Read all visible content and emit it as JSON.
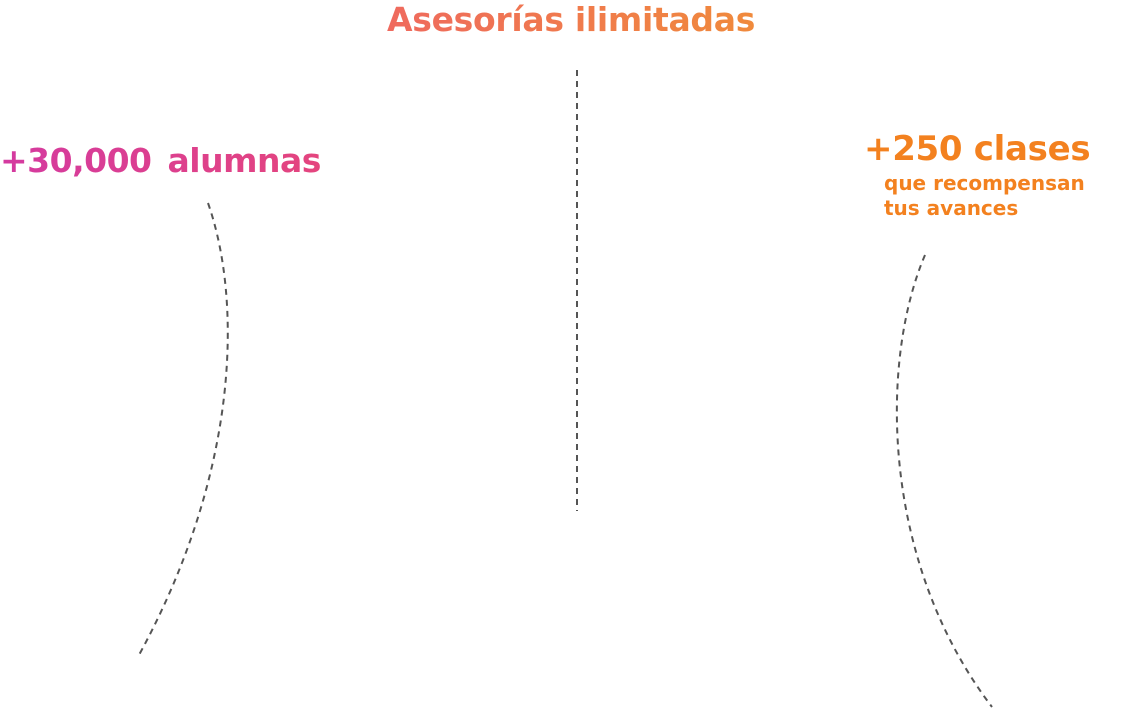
{
  "center": {
    "title": "Asesorías ilimitadas"
  },
  "left": {
    "number": "+30,000",
    "label": "alumnas"
  },
  "right": {
    "headline": "+250 clases",
    "subtitle_line1": "que recompensan",
    "subtitle_line2": "tus avances"
  },
  "colors": {
    "magenta": "#d43aa0",
    "pink": "#e4457e",
    "coral": "#ef6a5e",
    "orange": "#f3811f",
    "dash": "#555555"
  }
}
